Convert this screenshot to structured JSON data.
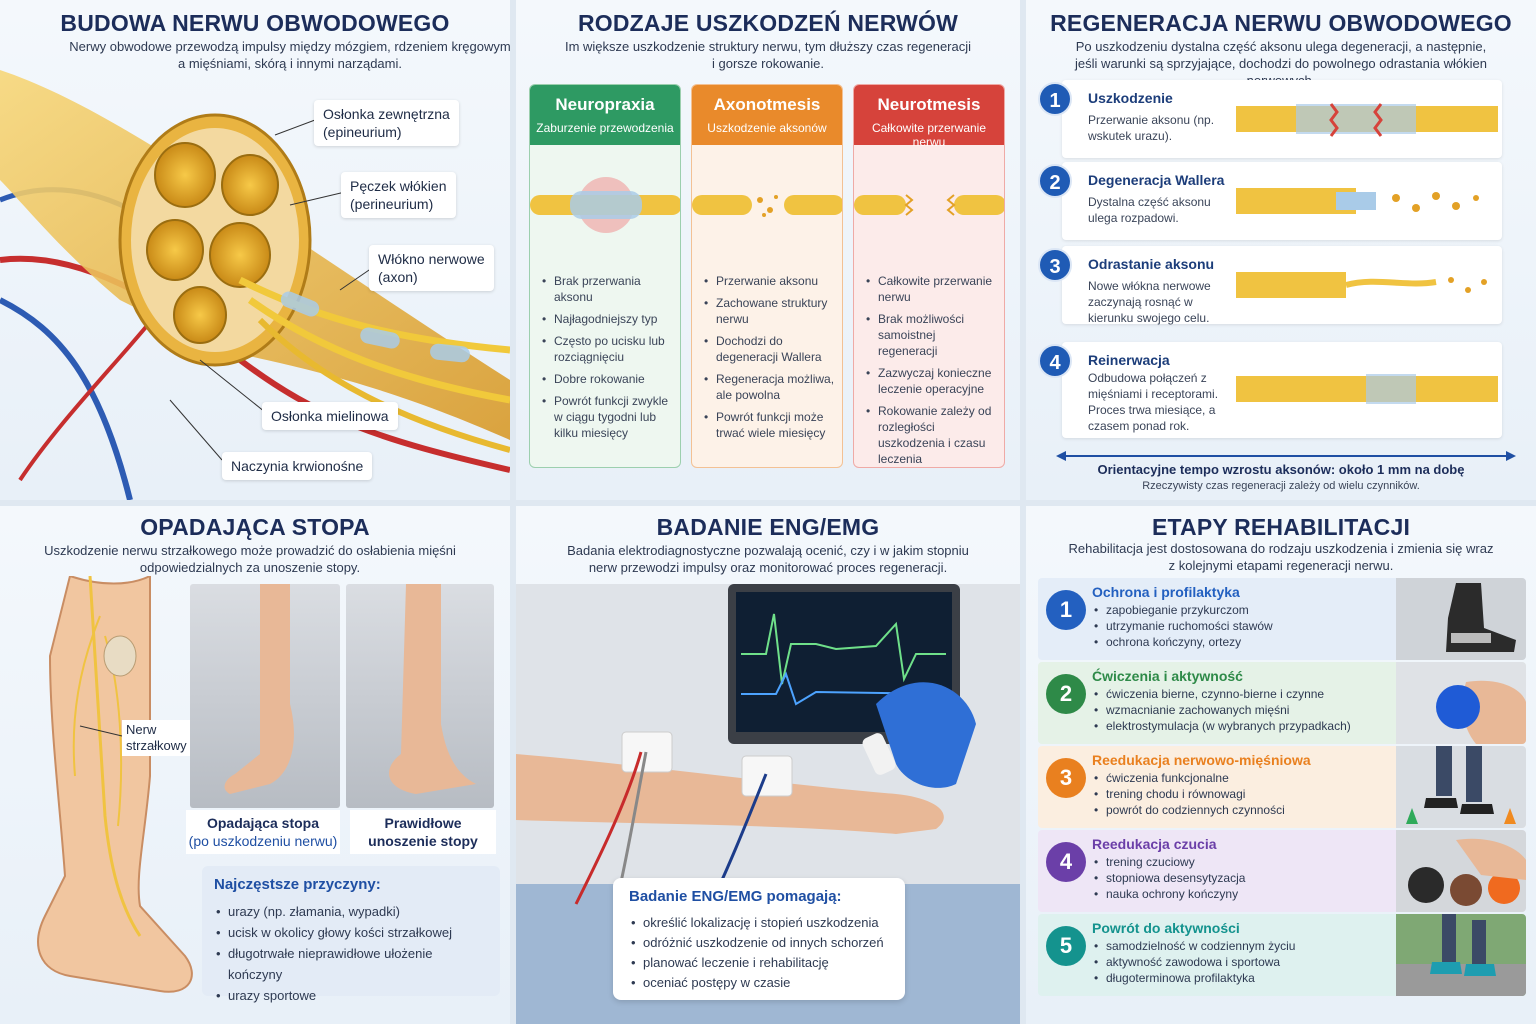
{
  "panel1": {
    "title": "BUDOWA NERWU OBWODOWEGO",
    "subtitle_line1": "Nerwy obwodowe przewodzą impulsy między mózgiem, rdzeniem kręgowym",
    "subtitle_line2": "a mięśniami, skórą i innymi narządami.",
    "labels": {
      "epineurium_1": "Osłonka zewnętrzna",
      "epineurium_2": "(epineurium)",
      "perineurium_1": "Pęczek włókien",
      "perineurium_2": "(perineurium)",
      "axon_1": "Włókno nerwowe",
      "axon_2": "(axon)",
      "myelin": "Osłonka mielinowa",
      "vessels": "Naczynia krwionośne"
    }
  },
  "panel2": {
    "title": "RODZAJE USZKODZEŃ NERWÓW",
    "subtitle_line1": "Im większe uszkodzenie struktury nerwu, tym dłuższy czas regeneracji",
    "subtitle_line2": "i gorsze rokowanie.",
    "cards": [
      {
        "title": "Neuropraxia",
        "subtitle": "Zaburzenie przewodzenia",
        "color": "#2e9a63",
        "items": [
          "Brak przerwania aksonu",
          "Najłagodniejszy typ",
          "Często po ucisku lub rozciągnięciu",
          "Dobre rokowanie",
          "Powrót funkcji zwykle w ciągu tygodni lub kilku miesięcy"
        ]
      },
      {
        "title": "Axonotmesis",
        "subtitle": "Uszkodzenie aksonów",
        "color": "#e98a2b",
        "items": [
          "Przerwanie aksonu",
          "Zachowane struktury nerwu",
          "Dochodzi do degeneracji Wallera",
          "Regeneracja możliwa, ale powolna",
          "Powrót funkcji może trwać wiele miesięcy"
        ]
      },
      {
        "title": "Neurotmesis",
        "subtitle": "Całkowite przerwanie nerwu",
        "color": "#d6433b",
        "items": [
          "Całkowite przerwanie nerwu",
          "Brak możliwości samoistnej regeneracji",
          "Zazwyczaj konieczne leczenie operacyjne",
          "Rokowanie zależy od rozległości uszkodzenia i czasu leczenia"
        ]
      }
    ]
  },
  "panel3": {
    "title": "REGENERACJA NERWU OBWODOWEGO",
    "subtitle_line1": "Po uszkodzeniu dystalna część aksonu ulega degeneracji, a następnie,",
    "subtitle_line2": "jeśli warunki są sprzyjające, dochodzi do powolnego odrastania włókien nerwowych.",
    "steps": [
      {
        "num": "1",
        "title": "Uszkodzenie",
        "desc": "Przerwanie aksonu (np. wskutek urazu)."
      },
      {
        "num": "2",
        "title": "Degeneracja Wallera",
        "desc": "Dystalna część aksonu ulega rozpadowi."
      },
      {
        "num": "3",
        "title": "Odrastanie aksonu",
        "desc": "Nowe włókna nerwowe zaczynają rosnąć w kierunku swojego celu."
      },
      {
        "num": "4",
        "title": "Reinerwacja",
        "desc": "Odbudowa połączeń z mięśniami i receptorami. Proces trwa miesiące, a czasem ponad rok."
      }
    ],
    "rate": "Orientacyjne tempo wzrostu aksonów: około 1 mm na dobę",
    "note": "Rzeczywisty czas regeneracji zależy od wielu czynników."
  },
  "panel4": {
    "title": "OPADAJĄCA STOPA",
    "subtitle_line1": "Uszkodzenie nerwu strzałkowego może prowadzić do osłabienia mięśni",
    "subtitle_line2": "odpowiedzialnych za unoszenie stopy.",
    "nerve_label_1": "Nerw",
    "nerve_label_2": "strzałkowy",
    "photo1_caption_1": "Opadająca stopa",
    "photo1_caption_2": "(po uszkodzeniu nerwu)",
    "photo2_caption_1": "Prawidłowe",
    "photo2_caption_2": "unoszenie stopy",
    "causes_title": "Najczęstsze przyczyny:",
    "causes": [
      "urazy (np. złamania, wypadki)",
      "ucisk w okolicy głowy kości strzałkowej",
      "długotrwałe nieprawidłowe ułożenie kończyny",
      "urazy sportowe"
    ]
  },
  "panel5": {
    "title": "BADANIE ENG/EMG",
    "subtitle_line1": "Badania elektrodiagnostyczne pozwalają ocenić, czy i w jakim stopniu",
    "subtitle_line2": "nerw przewodzi impulsy oraz monitorować proces regeneracji.",
    "box_title": "Badanie ENG/EMG pomagają:",
    "items": [
      "określić lokalizację i stopień uszkodzenia",
      "odróżnić uszkodzenie od innych schorzeń",
      "planować leczenie i rehabilitację",
      "oceniać postępy w czasie"
    ]
  },
  "panel6": {
    "title": "ETAPY REHABILITACJI",
    "subtitle_line1": "Rehabilitacja jest dostosowana do rodzaju uszkodzenia i zmienia się wraz",
    "subtitle_line2": "z kolejnymi etapami regeneracji nerwu.",
    "stages": [
      {
        "num": "1",
        "title": "Ochrona i profilaktyka",
        "color": "#2360c0",
        "bg": "#e4edf8",
        "items": [
          "zapobieganie przykurczom",
          "utrzymanie ruchomości stawów",
          "ochrona kończyny, ortezy"
        ]
      },
      {
        "num": "2",
        "title": "Ćwiczenia i aktywność",
        "color": "#2e8a48",
        "bg": "#e5f2e7",
        "items": [
          "ćwiczenia bierne, czynno-bierne i czynne",
          "wzmacnianie zachowanych mięśni",
          "elektrostymulacja (w wybranych przypadkach)"
        ]
      },
      {
        "num": "3",
        "title": "Reedukacja nerwowo-mięśniowa",
        "color": "#e9801f",
        "bg": "#fbeee0",
        "items": [
          "ćwiczenia funkcjonalne",
          "trening chodu i równowagi",
          "powrót do codziennych czynności"
        ]
      },
      {
        "num": "4",
        "title": "Reedukacja czucia",
        "color": "#6b3fa8",
        "bg": "#eee6f6",
        "items": [
          "trening czuciowy",
          "stopniowa desensytyzacja",
          "nauka ochrony kończyny"
        ]
      },
      {
        "num": "5",
        "title": "Powrót do aktywności",
        "color": "#14938e",
        "bg": "#def1ef",
        "items": [
          "samodzielność w codziennym życiu",
          "aktywność zawodowa i sportowa",
          "długoterminowa profilaktyka"
        ]
      }
    ]
  }
}
